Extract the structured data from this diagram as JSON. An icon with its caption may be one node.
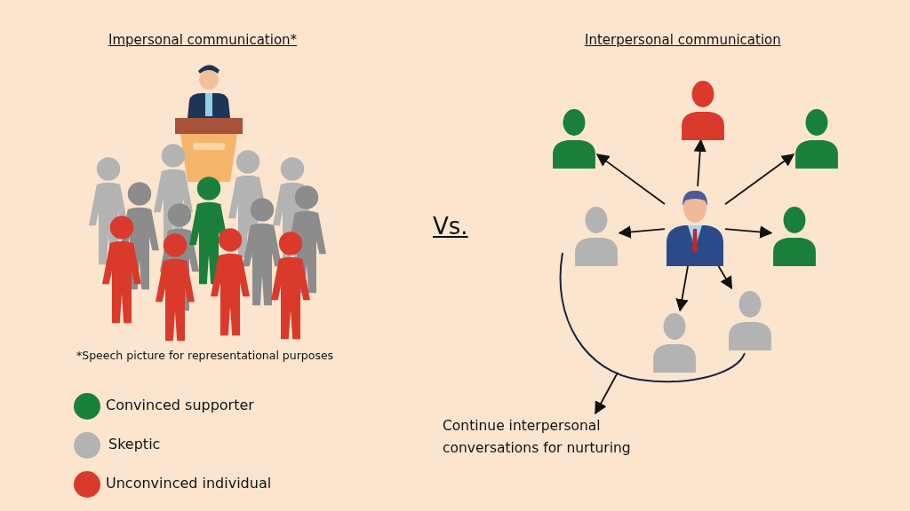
{
  "diagram": {
    "nodes": [
      {
        "text": [],
        "shape": "person"
      },
      {
        "text": [],
        "shape": "person"
      },
      {
        "text": [],
        "shape": "person"
      },
      {
        "text": [],
        "shape": "person"
      },
      {
        "text": [],
        "shape": "person"
      },
      {
        "text": [],
        "shape": "person"
      },
      {
        "text": [],
        "shape": "person"
      },
      {
        "text": [],
        "shape": "person"
      },
      {
        "text": [
          "Continue interpersonal conversations for nurturing"
        ]
      }
    ],
    "edges": [
      {
        "from": 3,
        "to": 0,
        "arrow": "to"
      },
      {
        "from": 3,
        "to": 1,
        "arrow": "to"
      },
      {
        "from": 3,
        "to": 2,
        "arrow": "to"
      },
      {
        "from": 3,
        "to": 4,
        "arrow": "to"
      },
      {
        "from": 3,
        "to": 5,
        "arrow": "to"
      },
      {
        "from": 3,
        "to": 6,
        "arrow": "to"
      },
      {
        "from": 3,
        "to": 7,
        "arrow": "to"
      },
      {
        "from": null,
        "to": 8,
        "arrow": "to"
      }
    ],
    "labels": [
      "Impersonal communication*",
      "Interpersonal communication",
      "Vs.",
      "*Speech picture for representational purposes"
    ],
    "legend": [
      {
        "text": "Convinced supporter",
        "color": "#1a7f3a"
      },
      {
        "text": "Skeptic",
        "color": "#b3b3b3"
      },
      {
        "text": "Unconvinced individual",
        "color": "#d93a2b"
      }
    ]
  }
}
